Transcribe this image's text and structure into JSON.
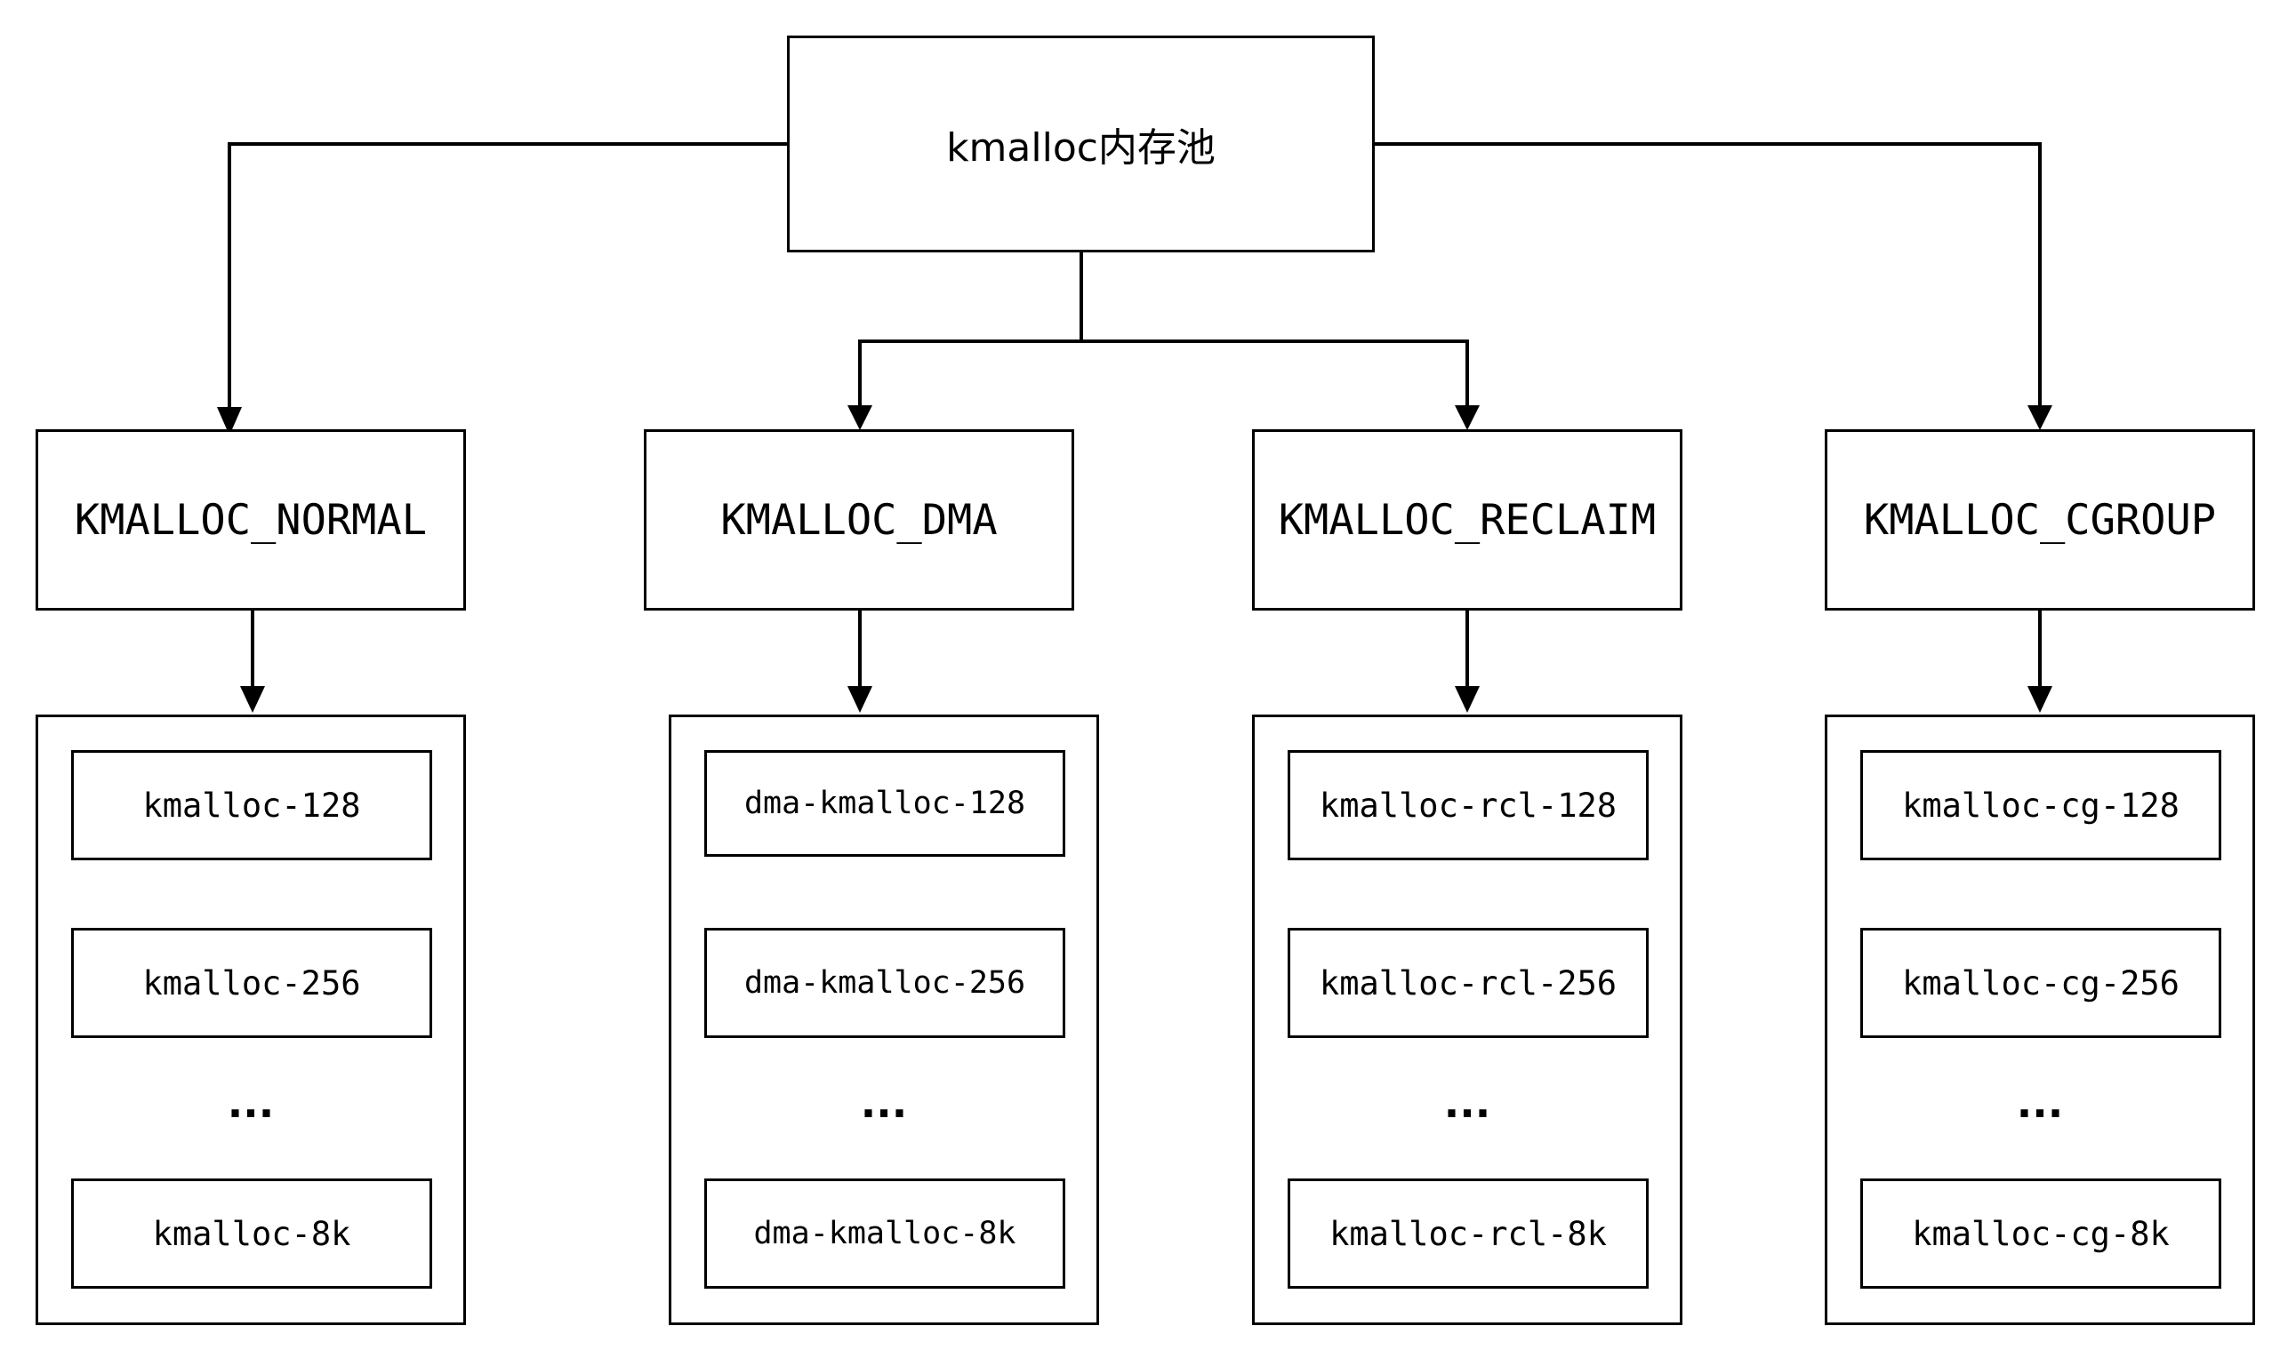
{
  "root": {
    "label": "kmalloc内存池"
  },
  "groups": [
    {
      "type": "KMALLOC_NORMAL",
      "caches": [
        "kmalloc-128",
        "kmalloc-256",
        "kmalloc-8k"
      ],
      "ellipsis": "..."
    },
    {
      "type": "KMALLOC_DMA",
      "caches": [
        "dma-kmalloc-128",
        "dma-kmalloc-256",
        "dma-kmalloc-8k"
      ],
      "ellipsis": "..."
    },
    {
      "type": "KMALLOC_RECLAIM",
      "caches": [
        "kmalloc-rcl-128",
        "kmalloc-rcl-256",
        "kmalloc-rcl-8k"
      ],
      "ellipsis": "..."
    },
    {
      "type": "KMALLOC_CGROUP",
      "caches": [
        "kmalloc-cg-128",
        "kmalloc-cg-256",
        "kmalloc-cg-8k"
      ],
      "ellipsis": "..."
    }
  ],
  "colors": {
    "stroke": "#000000",
    "background": "#ffffff"
  }
}
